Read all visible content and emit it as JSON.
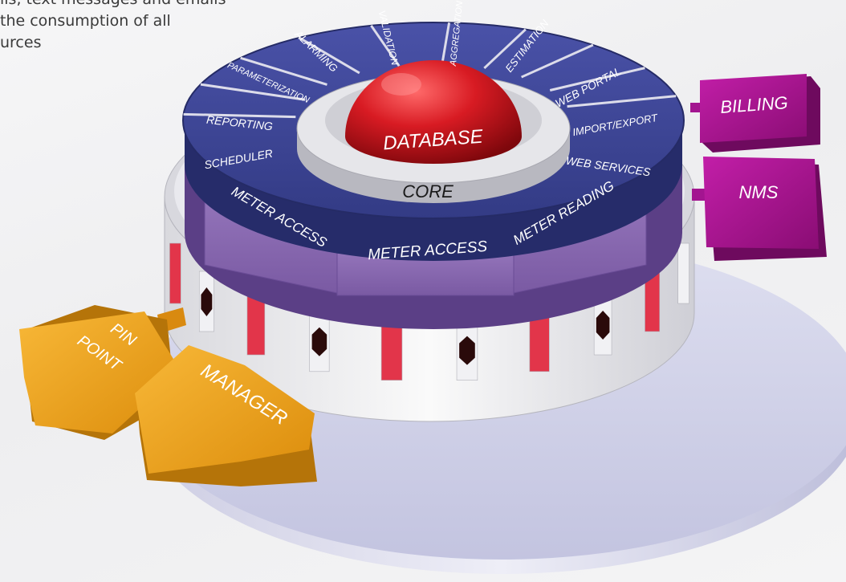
{
  "intro": {
    "lines": [
      "ils, text messages and emails",
      "the consumption of all",
      "urces"
    ]
  },
  "core": {
    "center_label": "DATABASE",
    "ring_label": "CORE"
  },
  "modules": [
    "SCHEDULER",
    "REPORTING",
    "PARAMETERIZATION",
    "ALARMING",
    "VALIDATION",
    "AGGREGATION",
    "ESTIMATION",
    "WEB PORTAL",
    "IMPORT/EXPORT",
    "WEB SERVICES"
  ],
  "meter_modules": [
    "METER ACCESS",
    "METER ACCESS",
    "METER READING"
  ],
  "plugins": {
    "billing": "BILLING",
    "nms": "NMS",
    "pin_point": [
      "PIN",
      "POINT"
    ],
    "manager": "MANAGER"
  },
  "colors": {
    "platform": "#cfd0e8",
    "modules": "#3d4596",
    "meter_modules": "#8b69b0",
    "database": "#c4151c",
    "gear_accent": "#e2354a",
    "plugins_right": "#a3138b",
    "plugins_left": "#eda21a"
  }
}
